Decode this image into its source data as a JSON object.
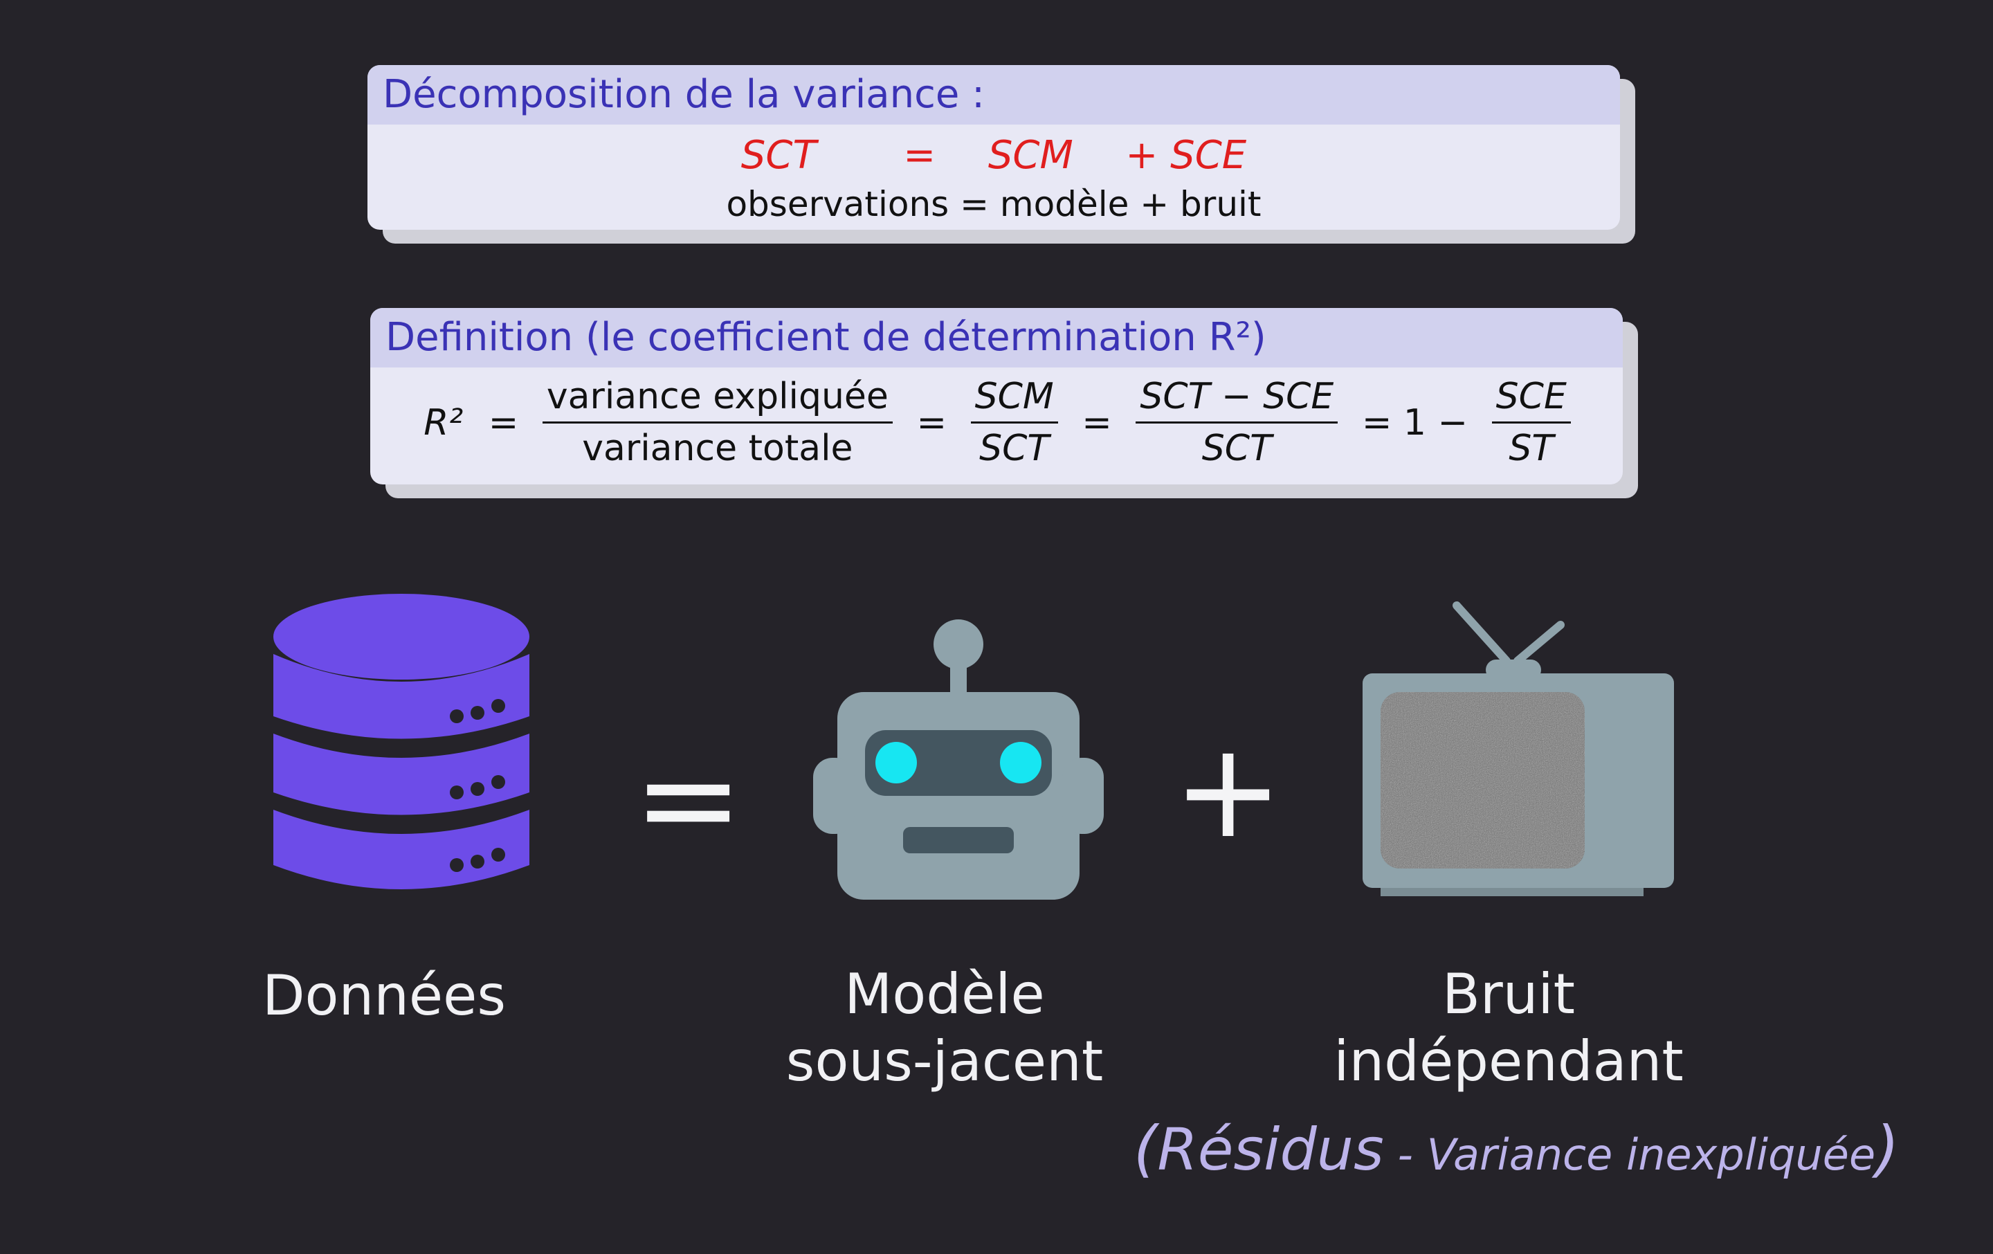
{
  "block_variance": {
    "title": "Décomposition de la variance :",
    "eq_lhs": "SCT",
    "eq_sign": "=",
    "eq_term1": "SCM",
    "eq_plus": "+",
    "eq_term2": "SCE",
    "words": "observations = modèle + bruit"
  },
  "block_definition": {
    "title": "Definition (le coefficient de détermination R²)",
    "lhs": "R²",
    "eq1": "=",
    "frac1_num": "variance expliquée",
    "frac1_den": "variance totale",
    "eq2": "=",
    "frac2_num": "SCM",
    "frac2_den": "SCT",
    "eq3": "=",
    "frac3_num": "SCT − SCE",
    "frac3_den": "SCT",
    "eq4": "= 1 −",
    "frac4_num": "SCE",
    "frac4_den": "ST"
  },
  "diagram": {
    "equals_symbol": "=",
    "plus_symbol": "+",
    "data_label": "Données",
    "model_label_line1": "Modèle",
    "model_label_line2": "sous-jacent",
    "noise_label_line1": "Bruit",
    "noise_label_line2": "indépendant",
    "residus_open": "(",
    "residus_word": "Résidus",
    "residus_rest": " - Variance inexpliquée",
    "residus_close": ")"
  },
  "colors": {
    "background": "#252329",
    "block_title_text": "#3a32b5",
    "equation_red": "#e01e1e",
    "database": "#6d4ce8",
    "robot": "#8fa3ab",
    "robot_eyes": "#17e6f2",
    "residus_text": "#bcb3ea"
  },
  "icons": {
    "data": "database-icon",
    "model": "robot-icon",
    "noise": "tv-static-icon"
  }
}
